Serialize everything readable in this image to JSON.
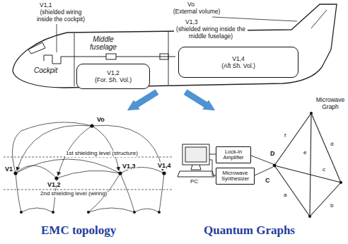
{
  "diagram": {
    "nodes": [
      {
        "text": [
          "V1,2",
          "(For. Sh. Vol.)"
        ]
      },
      {
        "text": [
          "V1,4",
          "(Aft Sh. Vol.)"
        ]
      },
      {
        "text": [
          "Lock-in Amplifier"
        ]
      },
      {
        "text": [
          "Microwave Synthesizer"
        ]
      }
    ],
    "labels": [
      "V1,1",
      "(shielded wiring inside the cockpit)",
      "Vo",
      "(External volume)",
      "Cockpit",
      "Middle fuselage",
      "V1,3",
      "(shielded wiring inside the middle fuselage)",
      "Vo",
      "1st shielding level (structure)",
      "V1",
      "V1,2",
      "V1,3",
      "V1,4",
      "2nd shielding level (wiring)",
      "EMC topology",
      "Quantum Graphs",
      "PC",
      "Microwave Graph",
      "a",
      "b",
      "c",
      "d",
      "e",
      "f",
      "D",
      "C"
    ]
  }
}
